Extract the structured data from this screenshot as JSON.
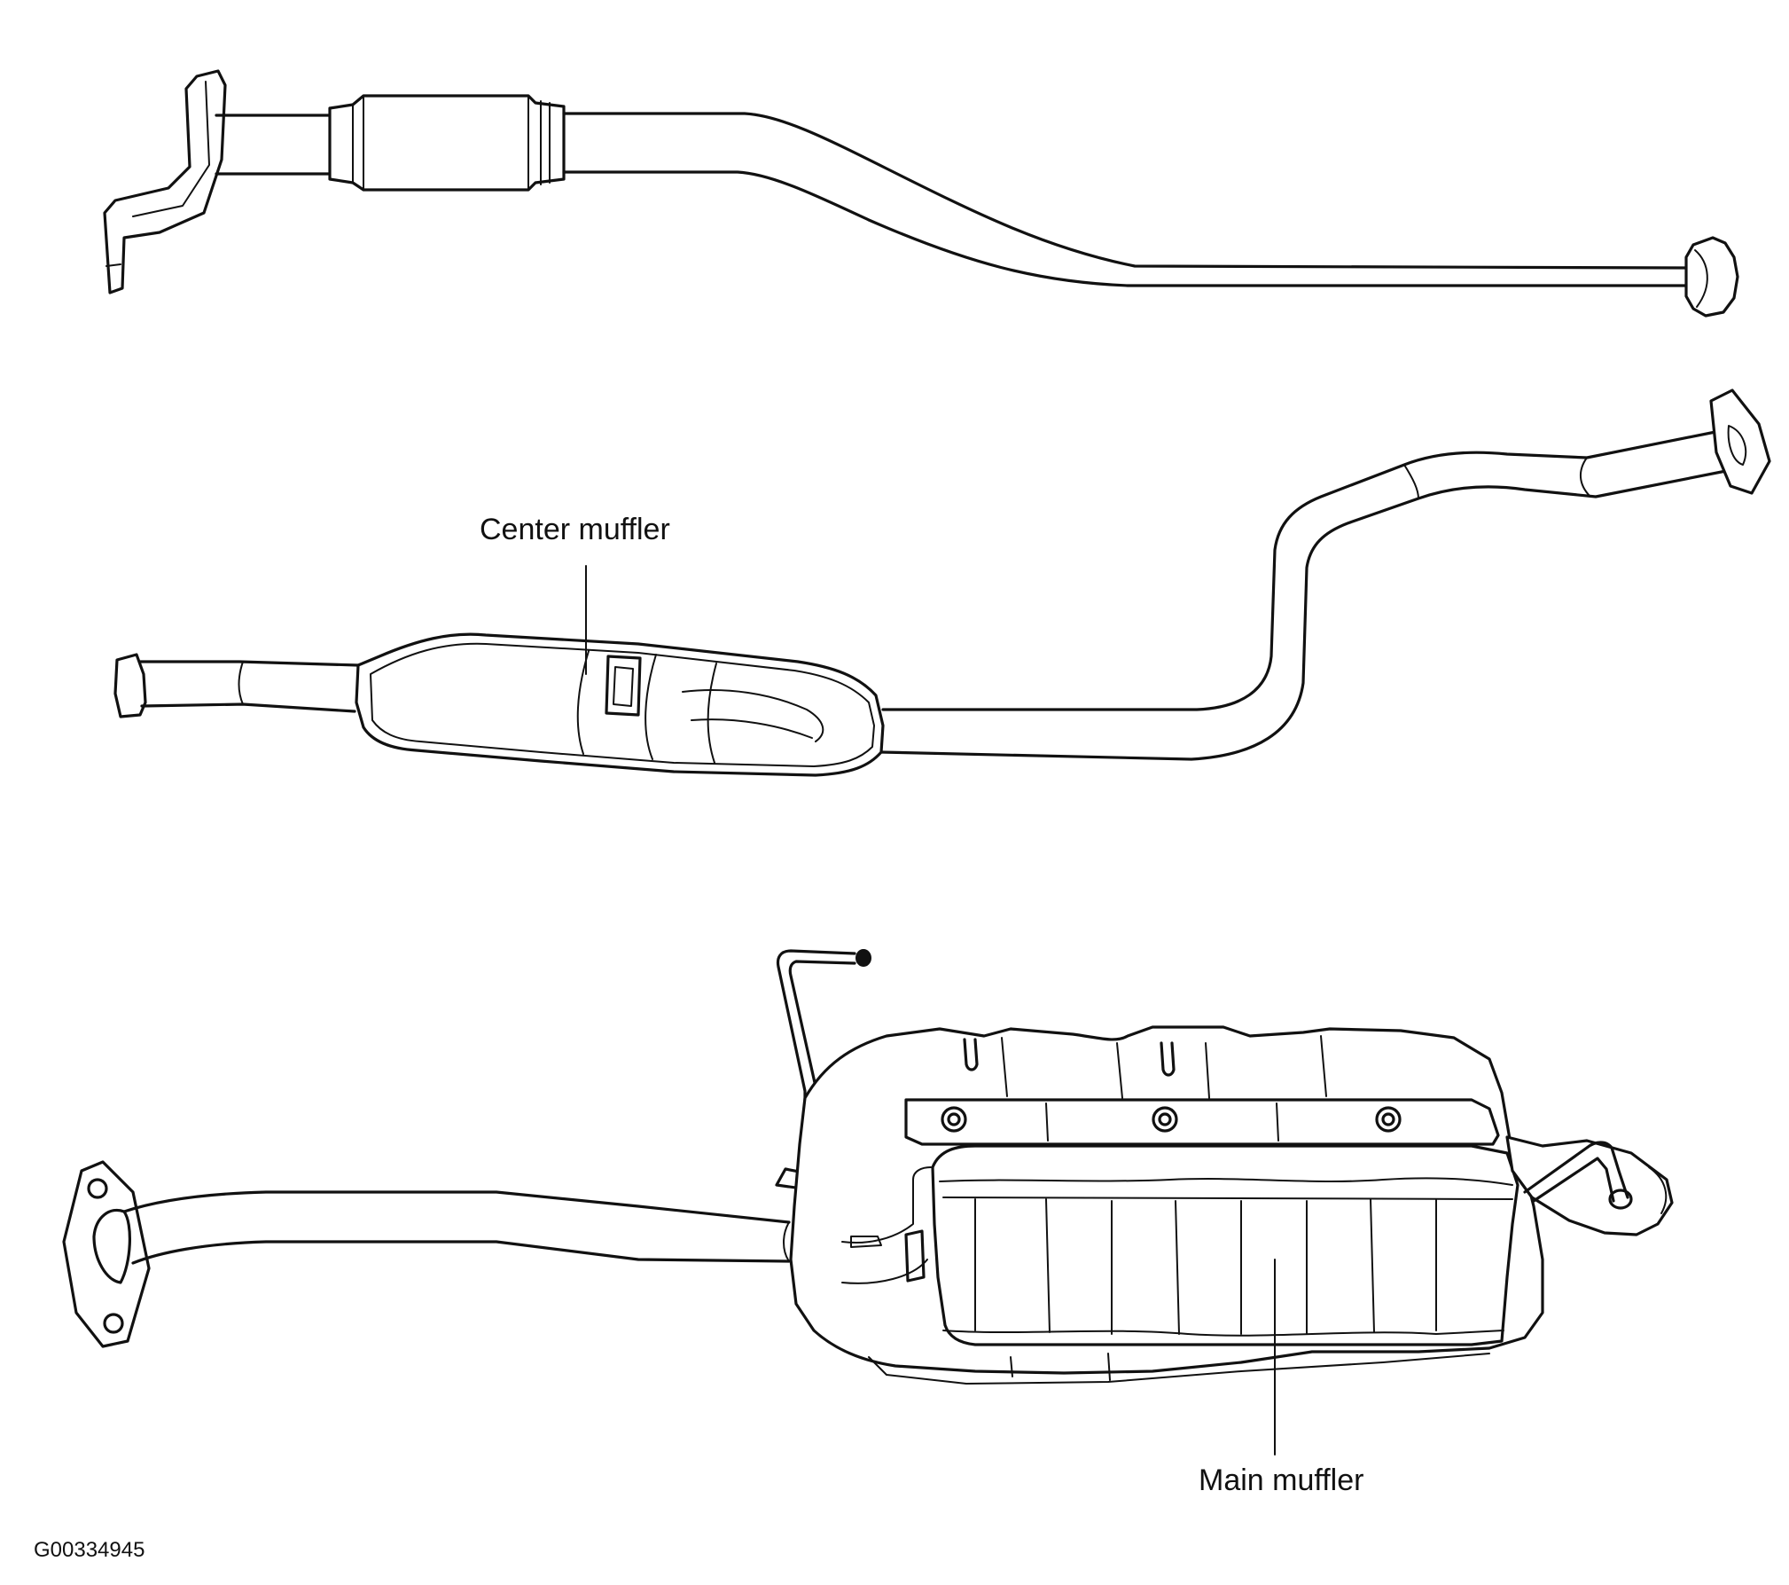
{
  "labels": {
    "center_muffler": "Center muffler",
    "main_muffler": "Main muffler"
  },
  "figure_code": "G00334945",
  "colors": {
    "line": "#111111",
    "background": "#ffffff"
  }
}
